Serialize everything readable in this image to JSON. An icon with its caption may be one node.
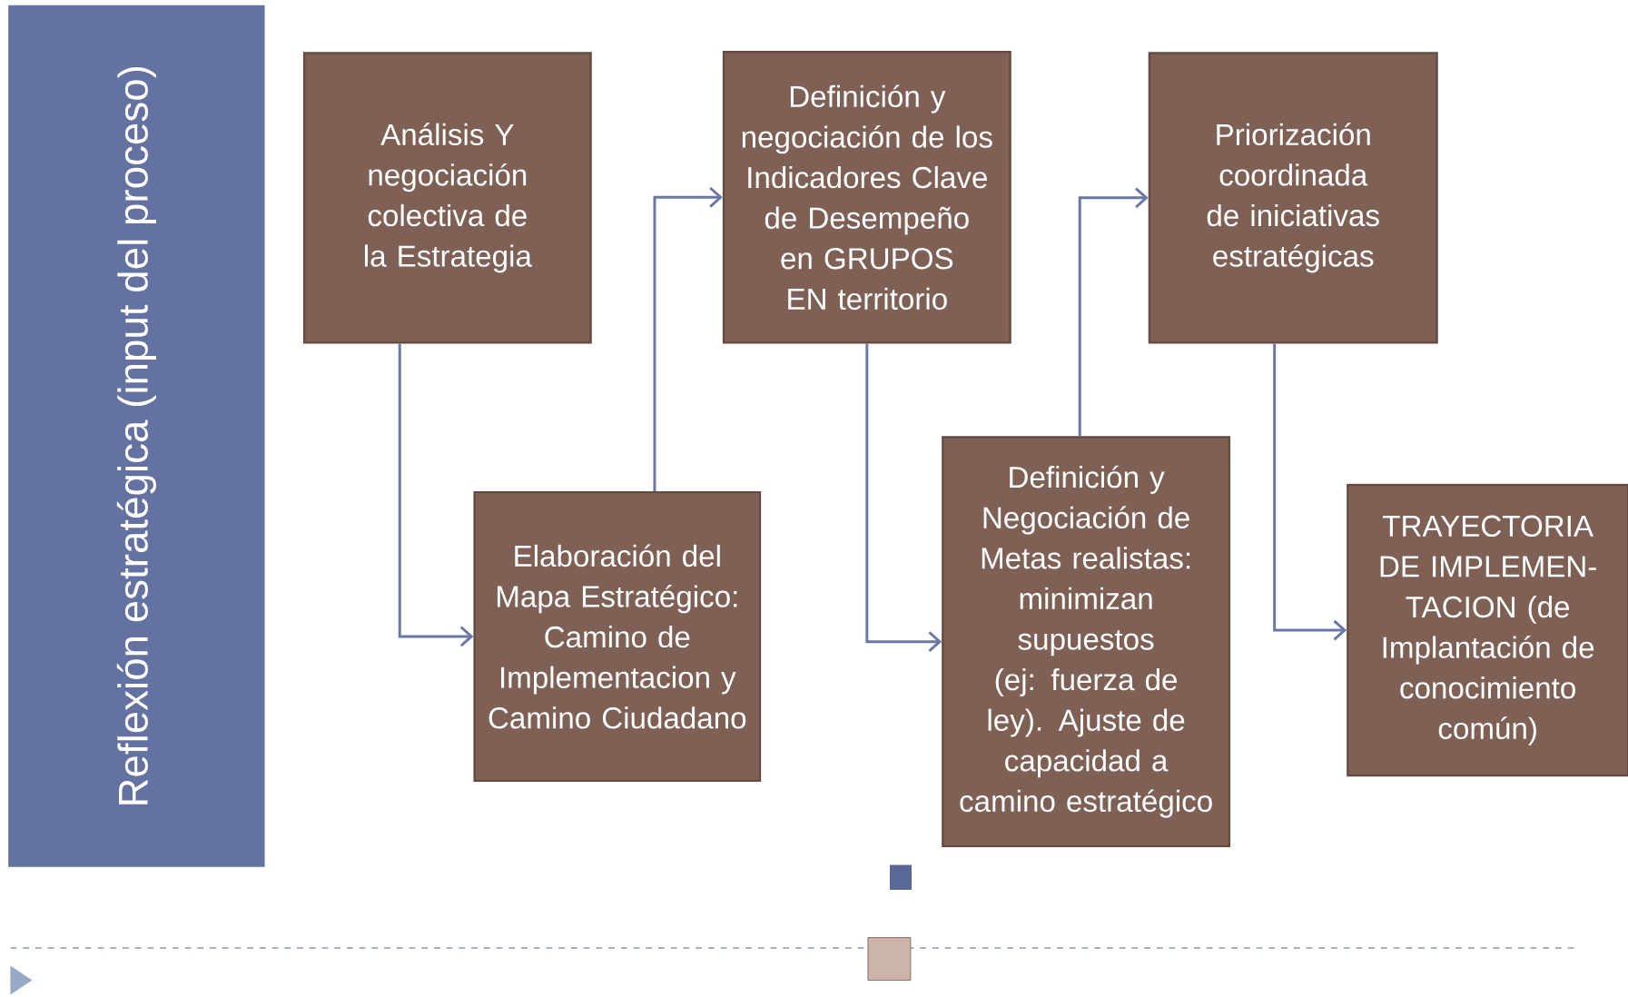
{
  "diagram": {
    "nodes": [
      {
        "text": [
          "Reflexión estratégica (input del proceso)"
        ]
      },
      {
        "text": [
          "Análisis Y negociación colectiva de la Estrategia"
        ]
      },
      {
        "text": [
          "Definición y negociación de los Indicadores Clave de Desempeño en GRUPOS EN territorio"
        ]
      },
      {
        "text": [
          "Priorización coordinada de iniciativas estratégicas"
        ]
      },
      {
        "text": [
          "Elaboración del Mapa Estratégico: Camino de Implementacion y Camino Ciudadano"
        ]
      },
      {
        "text": [
          "Definición y Negociación de Metas realistas: minimizan supuestos (ej: fuerza de ley). Ajuste de capacidad a camino estratégico"
        ]
      },
      {
        "text": [
          "TRAYECTORIA DE IMPLEMEN- TACION (de Implantación de conocimiento común)"
        ]
      }
    ],
    "edges": [
      {
        "from": 1,
        "to": 4,
        "arrow": "to"
      },
      {
        "from": 4,
        "to": 2,
        "arrow": "to"
      },
      {
        "from": 2,
        "to": 5,
        "arrow": "to"
      },
      {
        "from": 5,
        "to": 3,
        "arrow": "to"
      },
      {
        "from": 3,
        "to": 6,
        "arrow": "to"
      }
    ]
  }
}
